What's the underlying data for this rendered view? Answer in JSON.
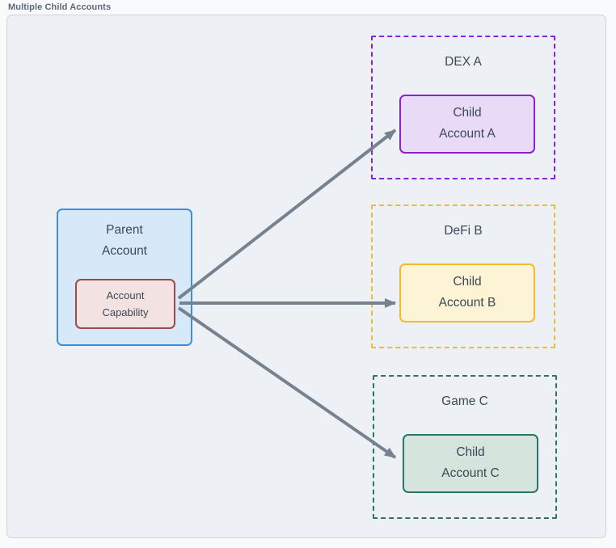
{
  "page": {
    "title": "Multiple Child Accounts"
  },
  "diagram": {
    "parent": {
      "label": [
        "Parent",
        "Account"
      ],
      "capability_label": [
        "Account",
        "Capability"
      ],
      "fill": "#d7e8f9",
      "border": "#3e8edd",
      "capability_fill": "#f3e2e2",
      "capability_border": "#9d4a4a"
    },
    "zones": [
      {
        "title": "DEX A",
        "child_label": [
          "Child",
          "Account A"
        ],
        "accent": "#8b22d4",
        "child_fill": "#e9dbf8"
      },
      {
        "title": "DeFi B",
        "child_label": [
          "Child",
          "Account B"
        ],
        "accent": "#f0bb2e",
        "child_fill": "#fcf4d4"
      },
      {
        "title": "Game C",
        "child_label": [
          "Child",
          "Account C"
        ],
        "accent": "#26795d",
        "child_fill": "#d6e4de"
      }
    ],
    "arrows": [
      {
        "from": "Account Capability",
        "to": "Child Account A"
      },
      {
        "from": "Account Capability",
        "to": "Child Account B"
      },
      {
        "from": "Account Capability",
        "to": "Child Account C"
      }
    ],
    "arrow_color": "#76828f",
    "text_color": "#3c4856",
    "canvas_fill": "#edf1f5",
    "canvas_border": "#ccd3da"
  }
}
